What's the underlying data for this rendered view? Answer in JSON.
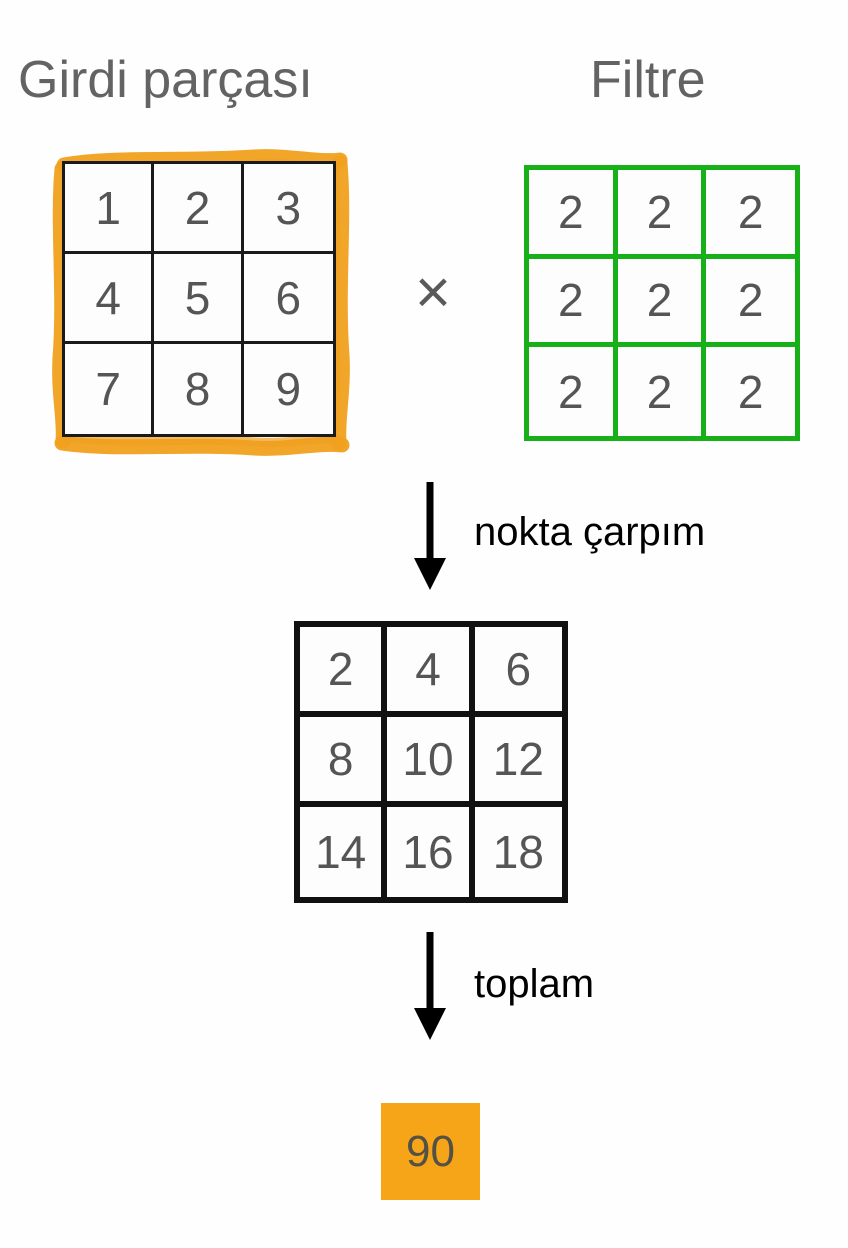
{
  "titles": {
    "input": "Girdi parçası",
    "filter": "Filtre"
  },
  "operators": {
    "multiply": "×"
  },
  "flow": [
    {
      "label": "nokta çarpım",
      "icon": "down-arrow-icon"
    },
    {
      "label": "toplam",
      "icon": "down-arrow-icon"
    }
  ],
  "input_patch": {
    "rows": [
      [
        "1",
        "2",
        "3"
      ],
      [
        "4",
        "5",
        "6"
      ],
      [
        "7",
        "8",
        "9"
      ]
    ],
    "highlight_color": "#f0a01e",
    "border_color": "#1a1a1a"
  },
  "filter": {
    "rows": [
      [
        "2",
        "2",
        "2"
      ],
      [
        "2",
        "2",
        "2"
      ],
      [
        "2",
        "2",
        "2"
      ]
    ],
    "border_color": "#18b018"
  },
  "product": {
    "rows": [
      [
        "2",
        "4",
        "6"
      ],
      [
        "8",
        "10",
        "12"
      ],
      [
        "14",
        "16",
        "18"
      ]
    ],
    "border_color": "#111111"
  },
  "result": {
    "value": "90",
    "background_color": "#f5a517",
    "text_color": "#545045"
  },
  "chart_data": {
    "type": "table",
    "title": "Girdi parçası × Filtre → nokta çarpım → toplam",
    "tables": [
      {
        "name": "Girdi parçası",
        "values": [
          [
            1,
            2,
            3
          ],
          [
            4,
            5,
            6
          ],
          [
            7,
            8,
            9
          ]
        ]
      },
      {
        "name": "Filtre",
        "values": [
          [
            2,
            2,
            2
          ],
          [
            2,
            2,
            2
          ],
          [
            2,
            2,
            2
          ]
        ]
      },
      {
        "name": "nokta çarpım",
        "values": [
          [
            2,
            4,
            6
          ],
          [
            8,
            10,
            12
          ],
          [
            14,
            16,
            18
          ]
        ]
      },
      {
        "name": "toplam",
        "values": [
          [
            90
          ]
        ]
      }
    ]
  }
}
